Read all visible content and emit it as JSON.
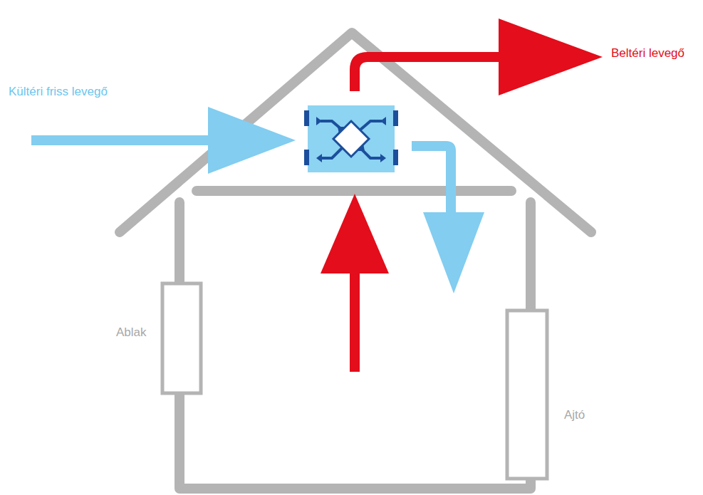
{
  "diagram": {
    "labels": [
      "Kültéri friss levegő",
      "Beltéri levegő",
      "Ablak",
      "Ajtó"
    ]
  }
}
